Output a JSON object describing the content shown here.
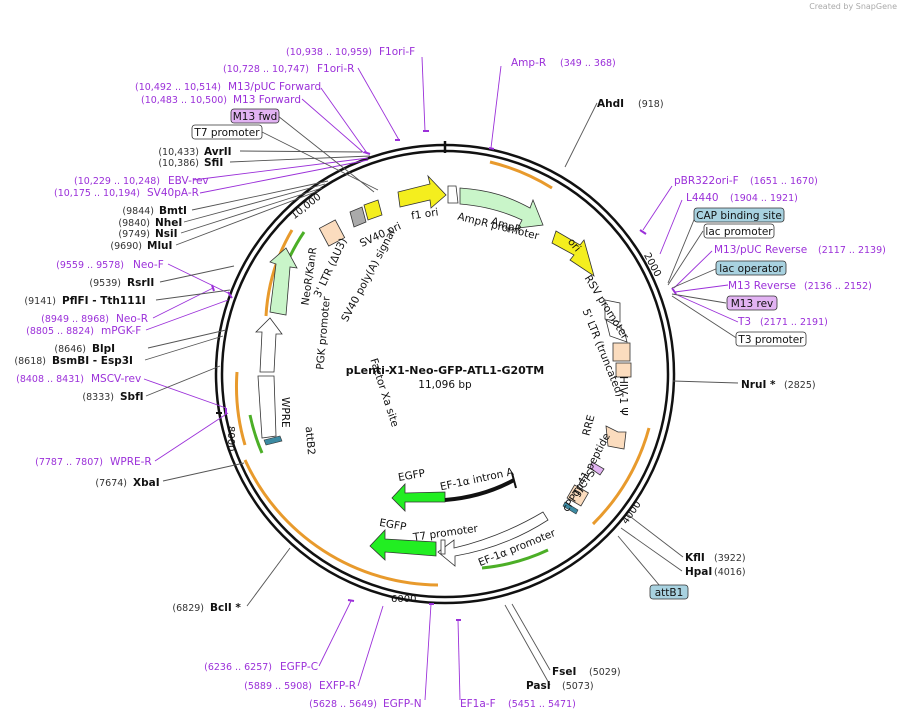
{
  "credit": "Created by SnapGene",
  "plasmid": {
    "name": "pLenti-X1-Neo-GFP-ATL1-G20TM",
    "size": "11,096 bp"
  },
  "ticks": [
    "10,000",
    "2000",
    "4000",
    "6000",
    "8000"
  ],
  "primers": [
    {
      "name": "F1ori-F",
      "pos": "(10,938 .. 10,959)"
    },
    {
      "name": "F1ori-R",
      "pos": "(10,728 .. 10,747)"
    },
    {
      "name": "M13/pUC Forward",
      "pos": "(10,492 .. 10,514)"
    },
    {
      "name": "M13 Forward",
      "pos": "(10,483 .. 10,500)"
    },
    {
      "name": "Amp-R",
      "pos": "(349 .. 368)"
    },
    {
      "name": "EBV-rev",
      "pos": "(10,229 .. 10,248)"
    },
    {
      "name": "SV40pA-R",
      "pos": "(10,175 .. 10,194)"
    },
    {
      "name": "Neo-F",
      "pos": "(9559 .. 9578)"
    },
    {
      "name": "Neo-R",
      "pos": "(8949 .. 8968)"
    },
    {
      "name": "mPGK-F",
      "pos": "(8805 .. 8824)"
    },
    {
      "name": "MSCV-rev",
      "pos": "(8408 .. 8431)"
    },
    {
      "name": "WPRE-R",
      "pos": "(7787 .. 7807)"
    },
    {
      "name": "pBR322ori-F",
      "pos": "(1651 .. 1670)"
    },
    {
      "name": "L4440",
      "pos": "(1904 .. 1921)"
    },
    {
      "name": "M13/pUC Reverse",
      "pos": "(2117 .. 2139)"
    },
    {
      "name": "M13 Reverse",
      "pos": "(2136 .. 2152)"
    },
    {
      "name": "T3",
      "pos": "(2171 .. 2191)"
    },
    {
      "name": "EGFP-C",
      "pos": "(6236 .. 6257)"
    },
    {
      "name": "EXFP-R",
      "pos": "(5889 .. 5908)"
    },
    {
      "name": "EGFP-N",
      "pos": "(5628 .. 5649)"
    },
    {
      "name": "EF1a-F",
      "pos": "(5451 .. 5471)"
    }
  ],
  "enzymes": [
    {
      "name": "AhdI",
      "pos": "(918)"
    },
    {
      "name": "AvrII",
      "pos": "(10,433)"
    },
    {
      "name": "SfiI",
      "pos": "(10,386)"
    },
    {
      "name": "BmtI",
      "pos": "(9844)"
    },
    {
      "name": "NheI",
      "pos": "(9840)"
    },
    {
      "name": "NsiI",
      "pos": "(9749)"
    },
    {
      "name": "MluI",
      "pos": "(9690)"
    },
    {
      "name": "RsrII",
      "pos": "(9539)"
    },
    {
      "name": "PflFI - Tth111I",
      "pos": "(9141)"
    },
    {
      "name": "BlpI",
      "pos": "(8646)"
    },
    {
      "name": "BsmBI - Esp3I",
      "pos": "(8618)"
    },
    {
      "name": "SbfI",
      "pos": "(8333)"
    },
    {
      "name": "XbaI",
      "pos": "(7674)"
    },
    {
      "name": "BclI *",
      "pos": "(6829)"
    },
    {
      "name": "NruI *",
      "pos": "(2825)"
    },
    {
      "name": "KflI",
      "pos": "(3922)"
    },
    {
      "name": "HpaI",
      "pos": "(4016)"
    },
    {
      "name": "FseI",
      "pos": "(5029)"
    },
    {
      "name": "PasI",
      "pos": "(5073)"
    }
  ],
  "boxes": {
    "m13fwd": "M13 fwd",
    "t7prom": "T7 promoter",
    "cap": "CAP binding site",
    "lacprom": "lac promoter",
    "lacop": "lac operator",
    "m13rev": "M13 rev",
    "t3prom": "T3 promoter",
    "attb1": "attB1"
  },
  "features": {
    "f1ori": "f1 ori",
    "ampr": "AmpR",
    "amprprom": "AmpR promoter",
    "ori": "ori",
    "rsvprom": "RSV promoter",
    "ltr5": "5' LTR (truncated)",
    "hiv": "HIV-1 Ψ",
    "rre": "RRE",
    "gp41": "gp41 peptide",
    "cppt": "cPPT/CTS",
    "sv40ori": "SV40 ori",
    "ltr3": "3' LTR (ΔU3)",
    "sv40pa": "SV40 poly(A) signal",
    "neokan": "NeoR/KanR",
    "pgk": "PGK promoter",
    "factorxa": "Factor Xa site",
    "wpre": "WPRE",
    "attb2": "attB2",
    "egfp1": "EGFP",
    "ef1intron": "EF-1α intron A",
    "egfp2": "EGFP",
    "t7promin": "T7 promoter",
    "ef1prom": "EF-1α promoter"
  },
  "colors": {
    "primer": "#9b30d9",
    "orange_arc": "#e89a2c",
    "green_arc": "#4caf27",
    "yellow": "#f4ee1e",
    "light_green": "#c9f5c9",
    "bright_green": "#22ee22",
    "peach": "#fbdcbe",
    "blue_box": "#a8d2e0",
    "lavender": "#e2b3f3"
  }
}
